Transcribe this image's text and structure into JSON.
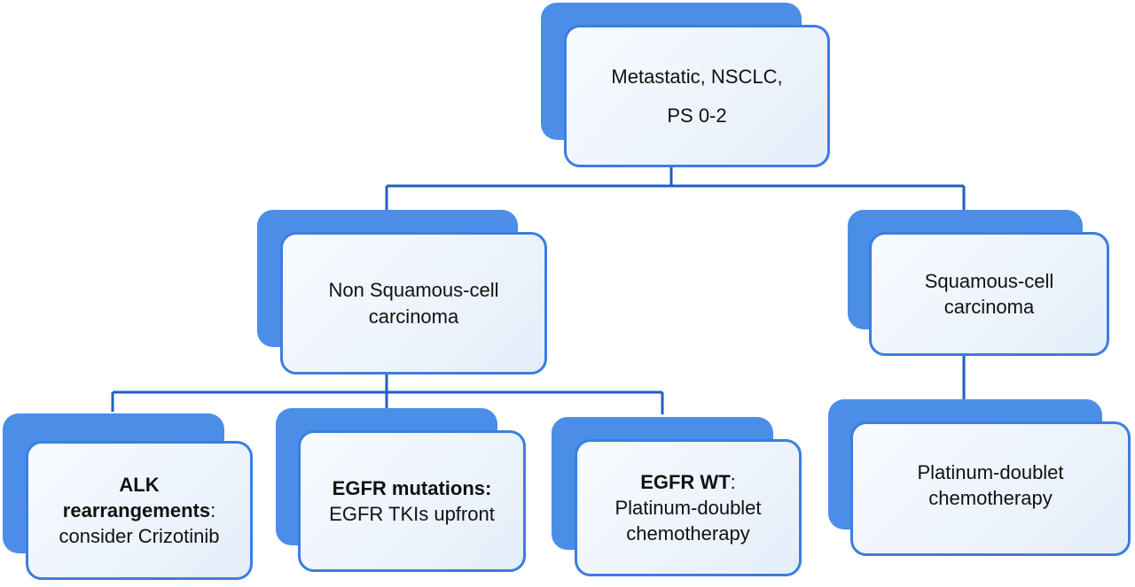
{
  "colors": {
    "accent_shadow": "#4b8ee8",
    "card_border": "#3a7ee0",
    "connector": "#1f5fc6",
    "card_fill": "#eef4fb"
  },
  "diagram": {
    "root": {
      "line1": "Metastatic, NSCLC,",
      "line2": "PS 0-2"
    },
    "non_squamous": {
      "line1": "Non Squamous-cell",
      "line2": "carcinoma"
    },
    "squamous": {
      "line1": "Squamous-cell",
      "line2": "carcinoma"
    },
    "alk": {
      "bold": "ALK",
      "bold2": "rearrangements",
      "tail": ":",
      "rest": "consider Crizotinib"
    },
    "egfr_mut": {
      "bold": "EGFR mutations:",
      "rest": "EGFR TKIs upfront"
    },
    "egfr_wt": {
      "bold": "EGFR WT",
      "tail": ":",
      "rest1": "Platinum-doublet",
      "rest2": "chemotherapy"
    },
    "squamous_tx": {
      "line1": "Platinum-doublet",
      "line2": "chemotherapy"
    }
  }
}
